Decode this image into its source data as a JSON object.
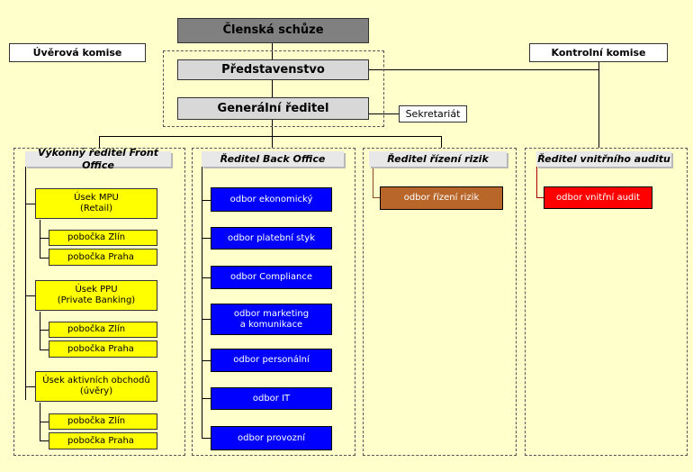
{
  "board": {
    "members_meeting": "Členská schůze",
    "board_of_directors": "Představenstvo",
    "general_director": "Generální ředitel",
    "secretariat": "Sekretariát",
    "credit_committee": "Úvěrová komise",
    "control_committee": "Kontrolní komise"
  },
  "front_office": {
    "title": "Výkonný ředitel Front Office",
    "units": [
      {
        "name": "Úsek MPU\n(Retail)",
        "branches": [
          "pobočka Zlín",
          "pobočka Praha"
        ]
      },
      {
        "name": "Úsek PPU\n(Private Banking)",
        "branches": [
          "pobočka Zlín",
          "pobočka Praha"
        ]
      },
      {
        "name": "Úsek aktivních obchodů\n(úvěry)",
        "branches": [
          "pobočka Zlín",
          "pobočka Praha"
        ]
      }
    ]
  },
  "back_office": {
    "title": "Ředitel Back Office",
    "departments": [
      "odbor ekonomický",
      "odbor platební styk",
      "odbor Compliance",
      "odbor marketing\na komunikace",
      "odbor personální",
      "odbor IT",
      "odbor provozní"
    ]
  },
  "risk": {
    "title": "Ředitel řízení rizik",
    "department": "odbor řízení rizik"
  },
  "audit": {
    "title": "Ředitel vnitřního auditu",
    "department": "odbor vnitřní audit"
  },
  "colors": {
    "background": "#ffffcc",
    "front_office_unit": "#ffff00",
    "back_office_department": "#0000ff",
    "risk_department": "#b8662a",
    "audit_department": "#ff0000"
  }
}
